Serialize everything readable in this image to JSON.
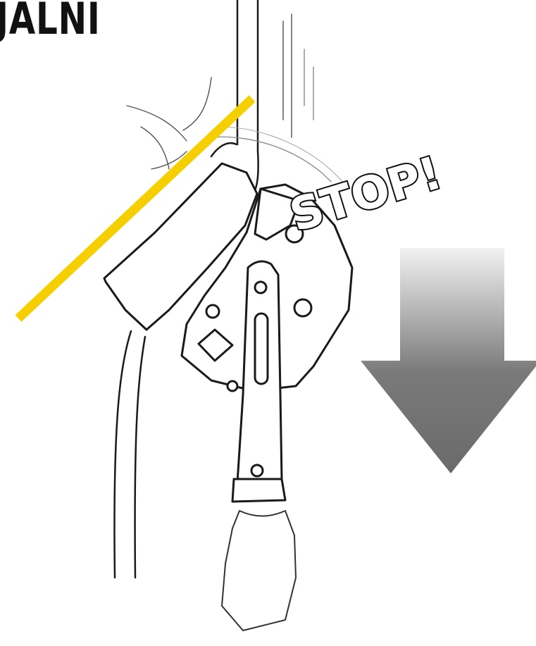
{
  "page": {
    "title": "JALNI"
  },
  "illustration": {
    "stop_label": "STOP!",
    "arrow_direction": "down",
    "colors": {
      "accent_line": "#f5cf00",
      "arrow_top": "#eeeeee",
      "arrow_bottom": "#6e6e6e",
      "ink": "#1a1a1a"
    },
    "icons": [
      "rope-icon",
      "descender-device-icon",
      "down-arrow-icon",
      "accent-line-icon"
    ]
  }
}
